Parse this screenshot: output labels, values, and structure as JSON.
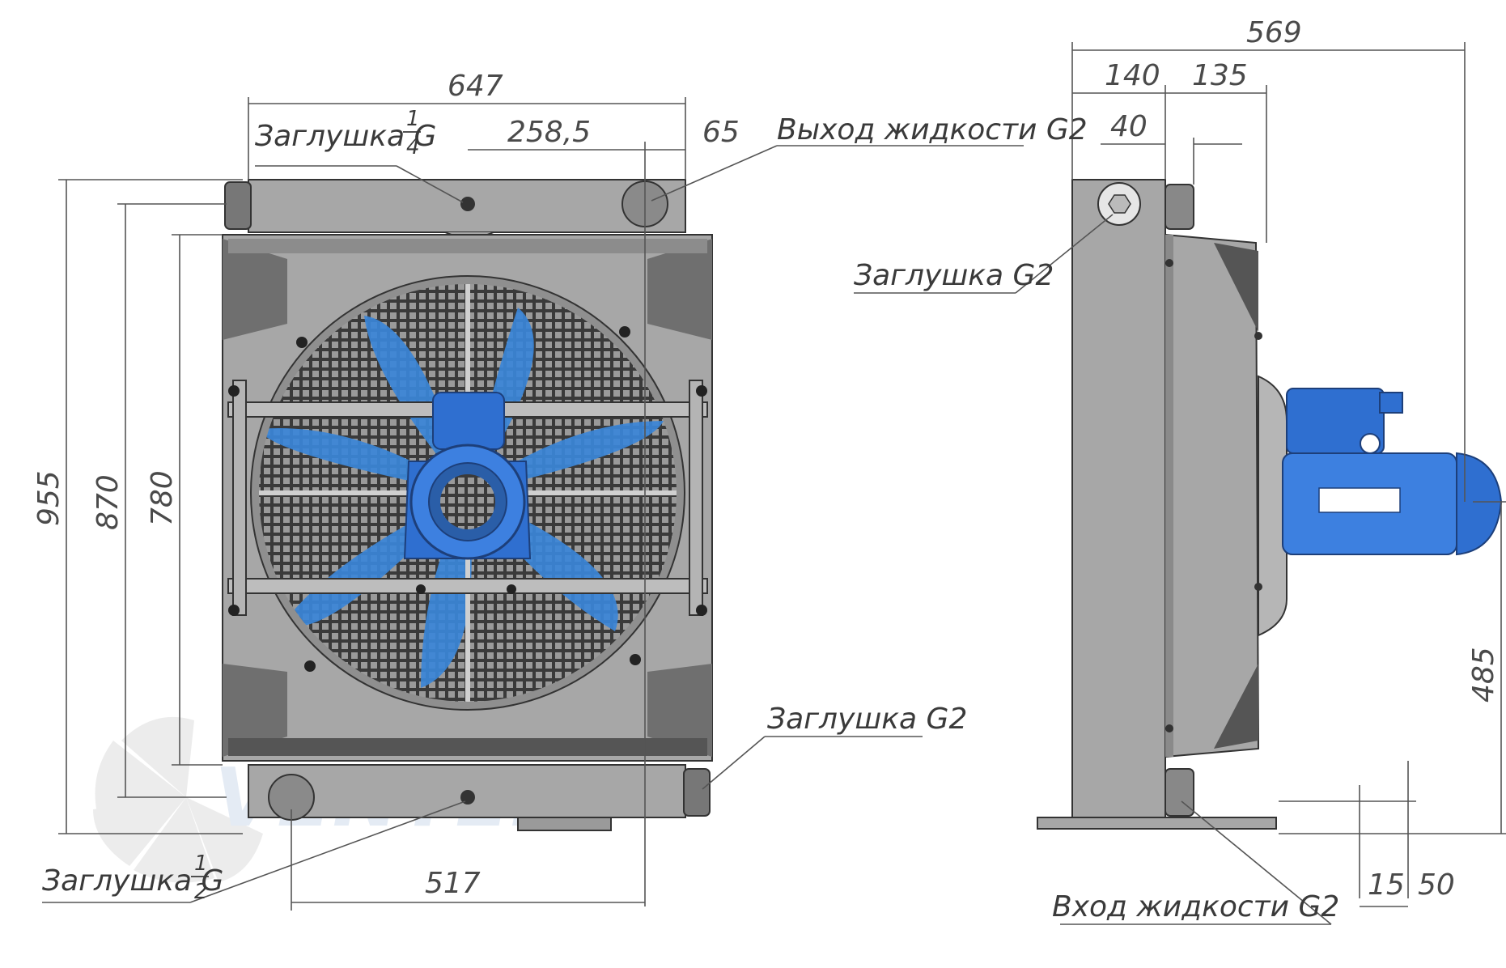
{
  "dimensions": {
    "front_width": "647",
    "front_offset": "258,5",
    "front_port_offset": "65",
    "front_height_total": "955",
    "front_height_ports": "870",
    "front_height_core": "780",
    "front_bottom_offset": "517",
    "side_depth_total": "569",
    "side_depth_core": "140",
    "side_depth_fan": "135",
    "side_port_offset": "40",
    "side_motor_height": "485",
    "side_foot_thickness": "15",
    "side_foot_height": "50"
  },
  "labels": {
    "plug_g14_prefix": "Заглушка G",
    "plug_g14_num": "1",
    "plug_g14_den": "4",
    "plug_g12_prefix": "Заглушка G",
    "plug_g12_num": "1",
    "plug_g12_den": "2",
    "outlet": "Выход жидкости G2",
    "plug_g2_front": "Заглушка G2",
    "plug_g2_side": "Заглушка G2",
    "inlet": "Вход жидкости G2"
  },
  "watermark": "VENTEL",
  "colors": {
    "frame": "#a7a7a7",
    "frame_dark": "#6f6f6f",
    "grille": "#2f2f2f",
    "blade": "#3b86d8",
    "motor": "#2f6fd0"
  }
}
